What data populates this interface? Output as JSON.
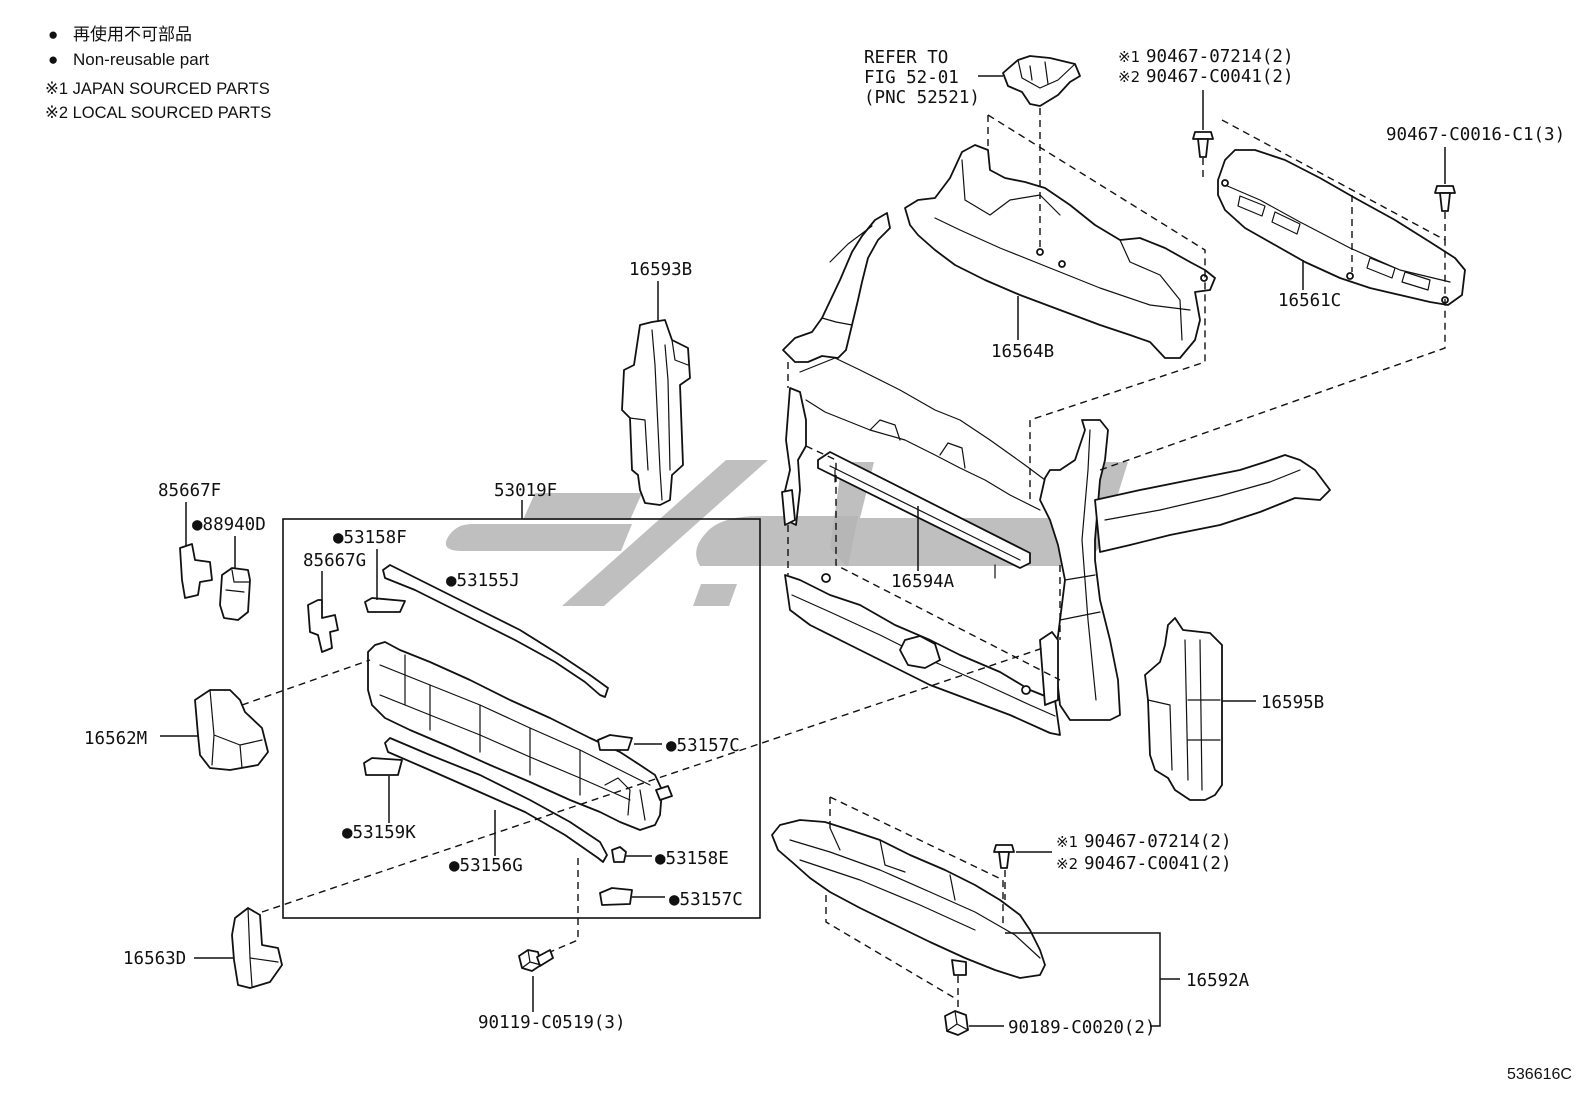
{
  "legend": {
    "bullet_jp": "●",
    "text_jp": "再使用不可部品",
    "bullet_en": "●",
    "text_en": "Non-reusable part",
    "note1": "※1 JAPAN SOURCED PARTS",
    "note2": "※2 LOCAL SOURCED PARTS"
  },
  "refer": {
    "line1": "REFER TO",
    "line2": "FIG 52-01",
    "line3": "(PNC 52521)"
  },
  "fasteners": {
    "top_screw": {
      "mark1": "※1",
      "part1": "90467-07214(2)",
      "mark2": "※2",
      "part2": "90467-C0041(2)"
    },
    "right_screw": "90467-C0016-C1(3)",
    "lower_screw": {
      "mark1": "※1",
      "part1": "90467-07214(2)",
      "mark2": "※2",
      "part2": "90467-C0041(2)"
    },
    "bolt": "90119-C0519(3)",
    "nut": "90189-C0020(2)"
  },
  "parts": {
    "p16593B": "16593B",
    "p16564B": "16564B",
    "p16561C": "16561C",
    "p85667F": "85667F",
    "p88940D": "●88940D",
    "p53019F": "53019F",
    "p53158F": "●53158F",
    "p85667G": "85667G",
    "p53155J": "●53155J",
    "p16594A": "16594A",
    "p16562M": "16562M",
    "p53157C_upper": "●53157C",
    "p16595B": "16595B",
    "p53159K": "●53159K",
    "p53156G": "●53156G",
    "p53158E": "●53158E",
    "p53157C_lower": "●53157C",
    "p16592A": "16592A",
    "p16563D": "16563D"
  },
  "figure_code": "536616C",
  "colors": {
    "line": "#111111",
    "watermark": "#b4b4b4",
    "background": "#ffffff"
  }
}
